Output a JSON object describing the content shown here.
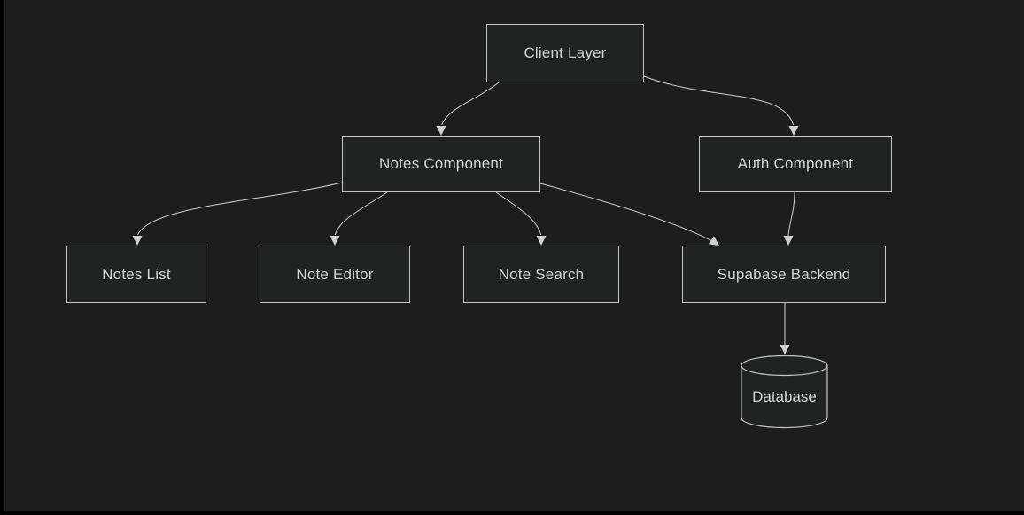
{
  "canvas": {
    "background": "#1d1d1e",
    "frame_color": "#000000",
    "node_fill": "#212222",
    "node_border": "#c6c6c6",
    "text_color": "#d4d4d4",
    "edge_color": "#d0d0d0"
  },
  "diagram": {
    "type": "flowchart-top-down",
    "nodes": [
      {
        "id": "client-layer",
        "label": "Client Layer",
        "shape": "rect"
      },
      {
        "id": "notes-component",
        "label": "Notes Component",
        "shape": "rect"
      },
      {
        "id": "auth-component",
        "label": "Auth Component",
        "shape": "rect"
      },
      {
        "id": "notes-list",
        "label": "Notes List",
        "shape": "rect"
      },
      {
        "id": "note-editor",
        "label": "Note Editor",
        "shape": "rect"
      },
      {
        "id": "note-search",
        "label": "Note Search",
        "shape": "rect"
      },
      {
        "id": "supabase-backend",
        "label": "Supabase Backend",
        "shape": "rect"
      },
      {
        "id": "database",
        "label": "Database",
        "shape": "cylinder"
      }
    ],
    "edges": [
      {
        "from": "client-layer",
        "to": "notes-component"
      },
      {
        "from": "client-layer",
        "to": "auth-component"
      },
      {
        "from": "notes-component",
        "to": "notes-list"
      },
      {
        "from": "notes-component",
        "to": "note-editor"
      },
      {
        "from": "notes-component",
        "to": "note-search"
      },
      {
        "from": "notes-component",
        "to": "supabase-backend"
      },
      {
        "from": "auth-component",
        "to": "supabase-backend"
      },
      {
        "from": "supabase-backend",
        "to": "database"
      }
    ]
  }
}
